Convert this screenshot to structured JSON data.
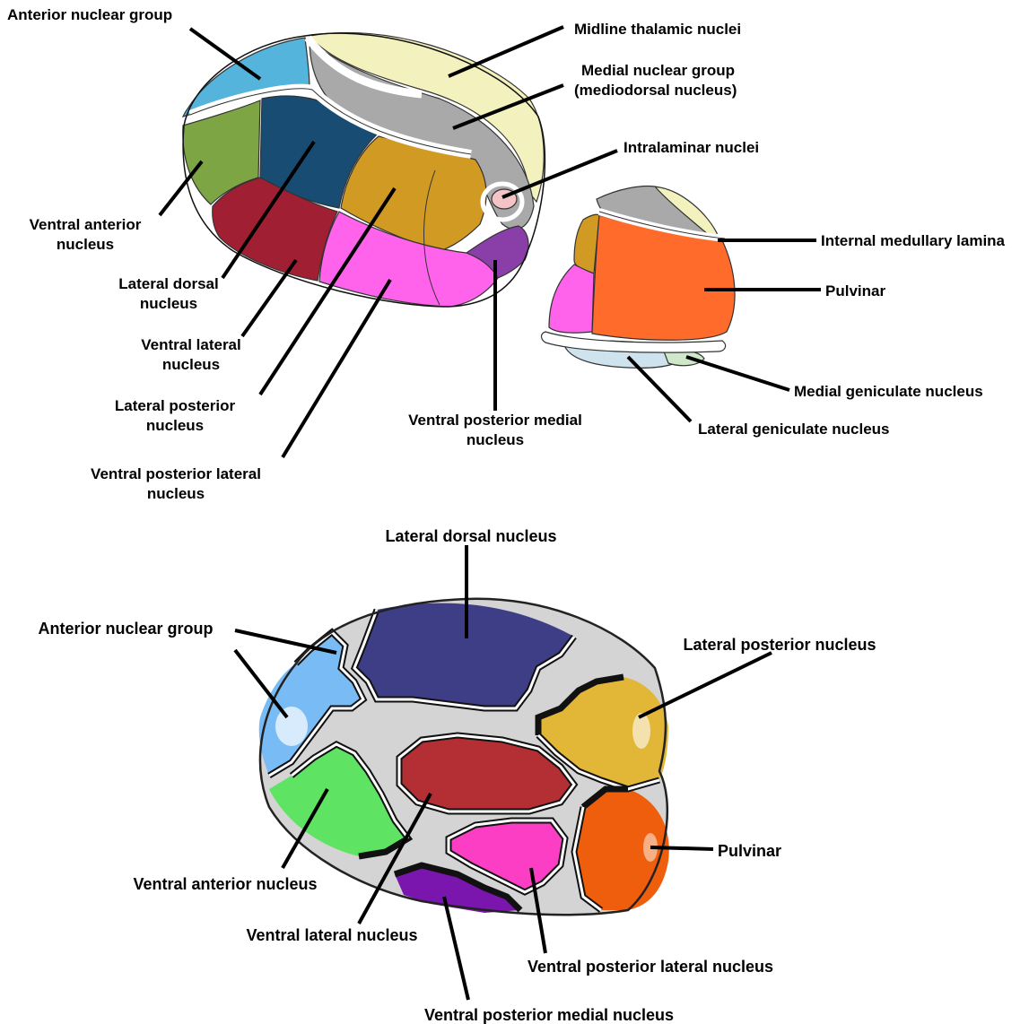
{
  "colors": {
    "anterior": "#55b4dc",
    "midline": "#f3f1be",
    "medial": "#a9a9a9",
    "ventral_anterior": "#7ea544",
    "lateral_dorsal": "#184c72",
    "ventral_lateral": "#a11f33",
    "lateral_posterior": "#d19a22",
    "vpl": "#ff63ec",
    "vpm": "#8a3ea8",
    "intralaminar": "#f3c3c5",
    "pulvinar": "#fe6b2a",
    "lgn": "#cfe3ee",
    "mgn": "#cfe8c9",
    "b_anterior": "#79bcf5",
    "b_lateral_dorsal": "#3d3e86",
    "b_lateral_posterior": "#e2b636",
    "b_ventral_anterior": "#5fe363",
    "b_ventral_lateral": "#b32f34",
    "b_vpl": "#fb3ec3",
    "b_vpm": "#7a16ad",
    "b_pulvinar": "#ef5e0c",
    "b_gray": "#d4d4d4"
  },
  "top": {
    "anterior_nuclear_group": "Anterior nuclear group",
    "midline_thalamic_nuclei": "Midline thalamic nuclei",
    "medial_nuclear_group_l1": "Medial nuclear group",
    "medial_nuclear_group_l2": "(mediodorsal nucleus)",
    "intralaminar_nuclei": "Intralaminar nuclei",
    "ventral_anterior_l1": "Ventral anterior",
    "ventral_anterior_l2": "nucleus",
    "lateral_dorsal_l1": "Lateral dorsal",
    "lateral_dorsal_l2": "nucleus",
    "ventral_lateral_l1": "Ventral lateral",
    "ventral_lateral_l2": "nucleus",
    "lateral_posterior_l1": "Lateral posterior",
    "lateral_posterior_l2": "nucleus",
    "vpl_l1": "Ventral posterior lateral",
    "vpl_l2": "nucleus",
    "vpm_l1": "Ventral posterior medial",
    "vpm_l2": "nucleus",
    "internal_medullary_lamina": "Internal medullary lamina",
    "pulvinar": "Pulvinar",
    "medial_geniculate_nucleus": "Medial geniculate nucleus",
    "lateral_geniculate_nucleus": "Lateral geniculate nucleus"
  },
  "bottom": {
    "lateral_dorsal_nucleus": "Lateral dorsal nucleus",
    "anterior_nuclear_group": "Anterior nuclear group",
    "lateral_posterior_nucleus": "Lateral posterior nucleus",
    "pulvinar": "Pulvinar",
    "ventral_anterior_nucleus": "Ventral anterior nucleus",
    "ventral_lateral_nucleus": "Ventral lateral nucleus",
    "ventral_posterior_lateral_nucleus": "Ventral posterior lateral nucleus",
    "ventral_posterior_medial_nucleus": "Ventral posterior medial nucleus"
  }
}
